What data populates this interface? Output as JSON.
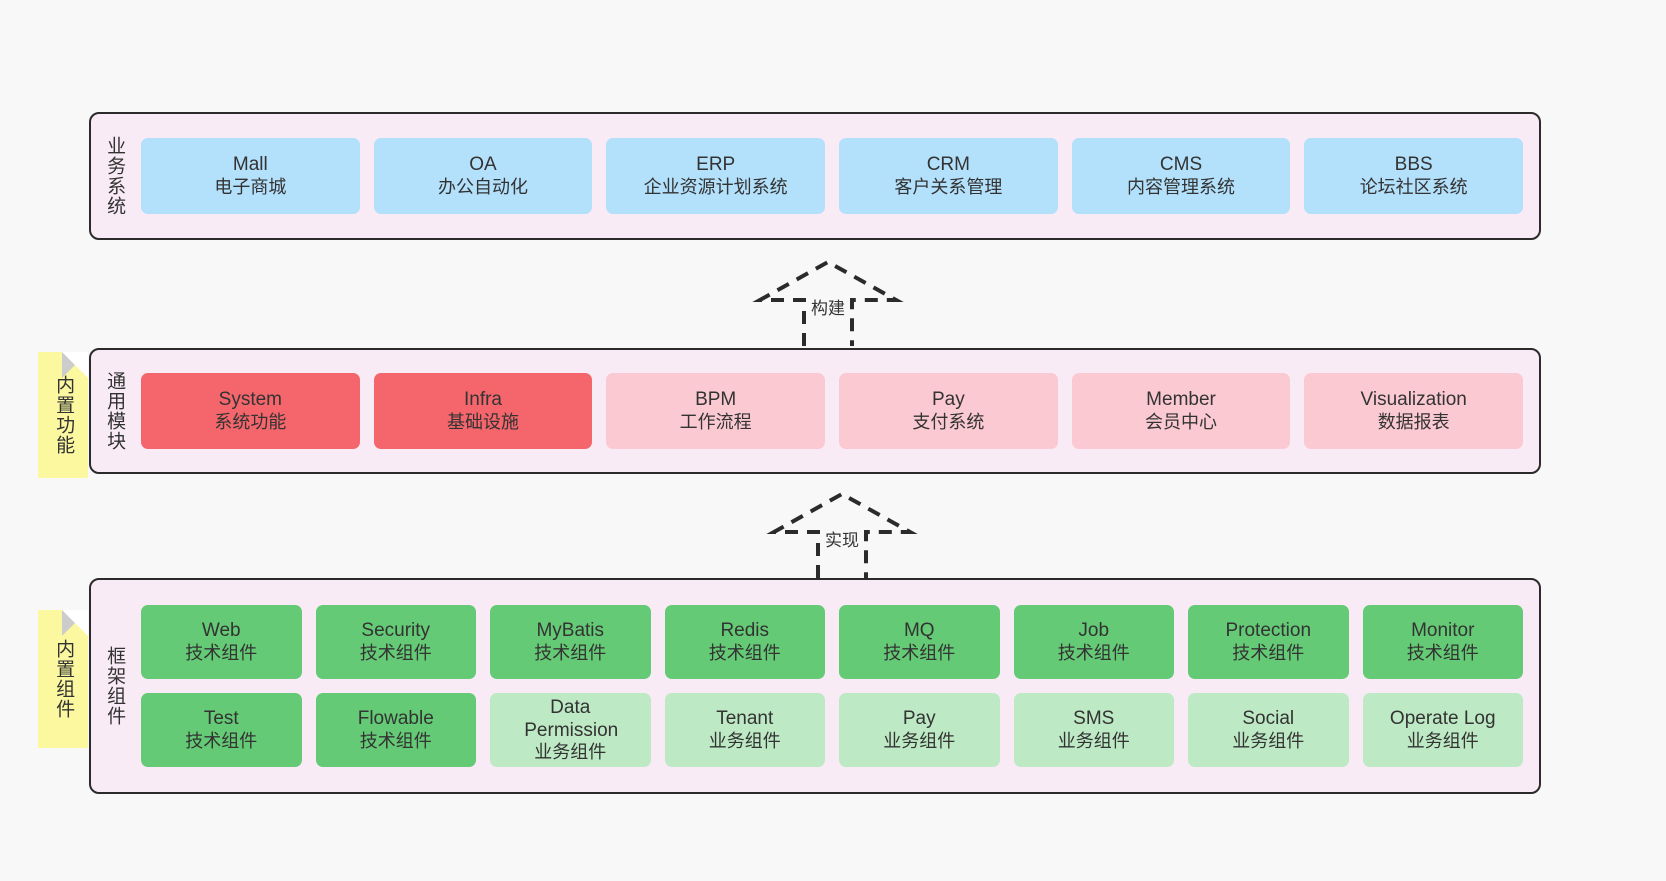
{
  "diagram": {
    "title": "",
    "colors": {
      "band_bg": "#f9ebf5",
      "band_border": "#2b2b2b",
      "blue": "#b3e0fb",
      "red_strong": "#f4666c",
      "red_light": "#fbc9d2",
      "green_strong": "#64ca75",
      "green_light": "#bde9c4",
      "note": "#fbf8a0",
      "page_bg": "#f8f8f8"
    }
  },
  "layers": [
    {
      "label": "业务系统",
      "note": null,
      "rows": [
        {
          "boxes": [
            {
              "en": "Mall",
              "cn": "电子商城",
              "style": "blue"
            },
            {
              "en": "OA",
              "cn": "办公自动化",
              "style": "blue"
            },
            {
              "en": "ERP",
              "cn": "企业资源计划系统",
              "style": "blue"
            },
            {
              "en": "CRM",
              "cn": "客户关系管理",
              "style": "blue"
            },
            {
              "en": "CMS",
              "cn": "内容管理系统",
              "style": "blue"
            },
            {
              "en": "BBS",
              "cn": "论坛社区系统",
              "style": "blue"
            }
          ]
        }
      ]
    },
    {
      "label": "通用模块",
      "note": "内置功能",
      "rows": [
        {
          "boxes": [
            {
              "en": "System",
              "cn": "系统功能",
              "style": "red-strong"
            },
            {
              "en": "Infra",
              "cn": "基础设施",
              "style": "red-strong"
            },
            {
              "en": "BPM",
              "cn": "工作流程",
              "style": "red-light"
            },
            {
              "en": "Pay",
              "cn": "支付系统",
              "style": "red-light"
            },
            {
              "en": "Member",
              "cn": "会员中心",
              "style": "red-light"
            },
            {
              "en": "Visualization",
              "cn": "数据报表",
              "style": "red-light"
            }
          ]
        }
      ]
    },
    {
      "label": "框架组件",
      "note": "内置组件",
      "rows": [
        {
          "boxes": [
            {
              "en": "Web",
              "cn": "技术组件",
              "style": "green-strong"
            },
            {
              "en": "Security",
              "cn": "技术组件",
              "style": "green-strong"
            },
            {
              "en": "MyBatis",
              "cn": "技术组件",
              "style": "green-strong"
            },
            {
              "en": "Redis",
              "cn": "技术组件",
              "style": "green-strong"
            },
            {
              "en": "MQ",
              "cn": "技术组件",
              "style": "green-strong"
            },
            {
              "en": "Job",
              "cn": "技术组件",
              "style": "green-strong"
            },
            {
              "en": "Protection",
              "cn": "技术组件",
              "style": "green-strong"
            },
            {
              "en": "Monitor",
              "cn": "技术组件",
              "style": "green-strong"
            }
          ]
        },
        {
          "boxes": [
            {
              "en": "Test",
              "cn": "技术组件",
              "style": "green-strong"
            },
            {
              "en": "Flowable",
              "cn": "技术组件",
              "style": "green-strong"
            },
            {
              "en": "Data Permission",
              "cn": "业务组件",
              "style": "green-light"
            },
            {
              "en": "Tenant",
              "cn": "业务组件",
              "style": "green-light"
            },
            {
              "en": "Pay",
              "cn": "业务组件",
              "style": "green-light"
            },
            {
              "en": "SMS",
              "cn": "业务组件",
              "style": "green-light"
            },
            {
              "en": "Social",
              "cn": "业务组件",
              "style": "green-light"
            },
            {
              "en": "Operate Log",
              "cn": "业务组件",
              "style": "green-light"
            }
          ]
        }
      ]
    }
  ],
  "connectors": [
    {
      "label": "构建"
    },
    {
      "label": "实现"
    }
  ]
}
